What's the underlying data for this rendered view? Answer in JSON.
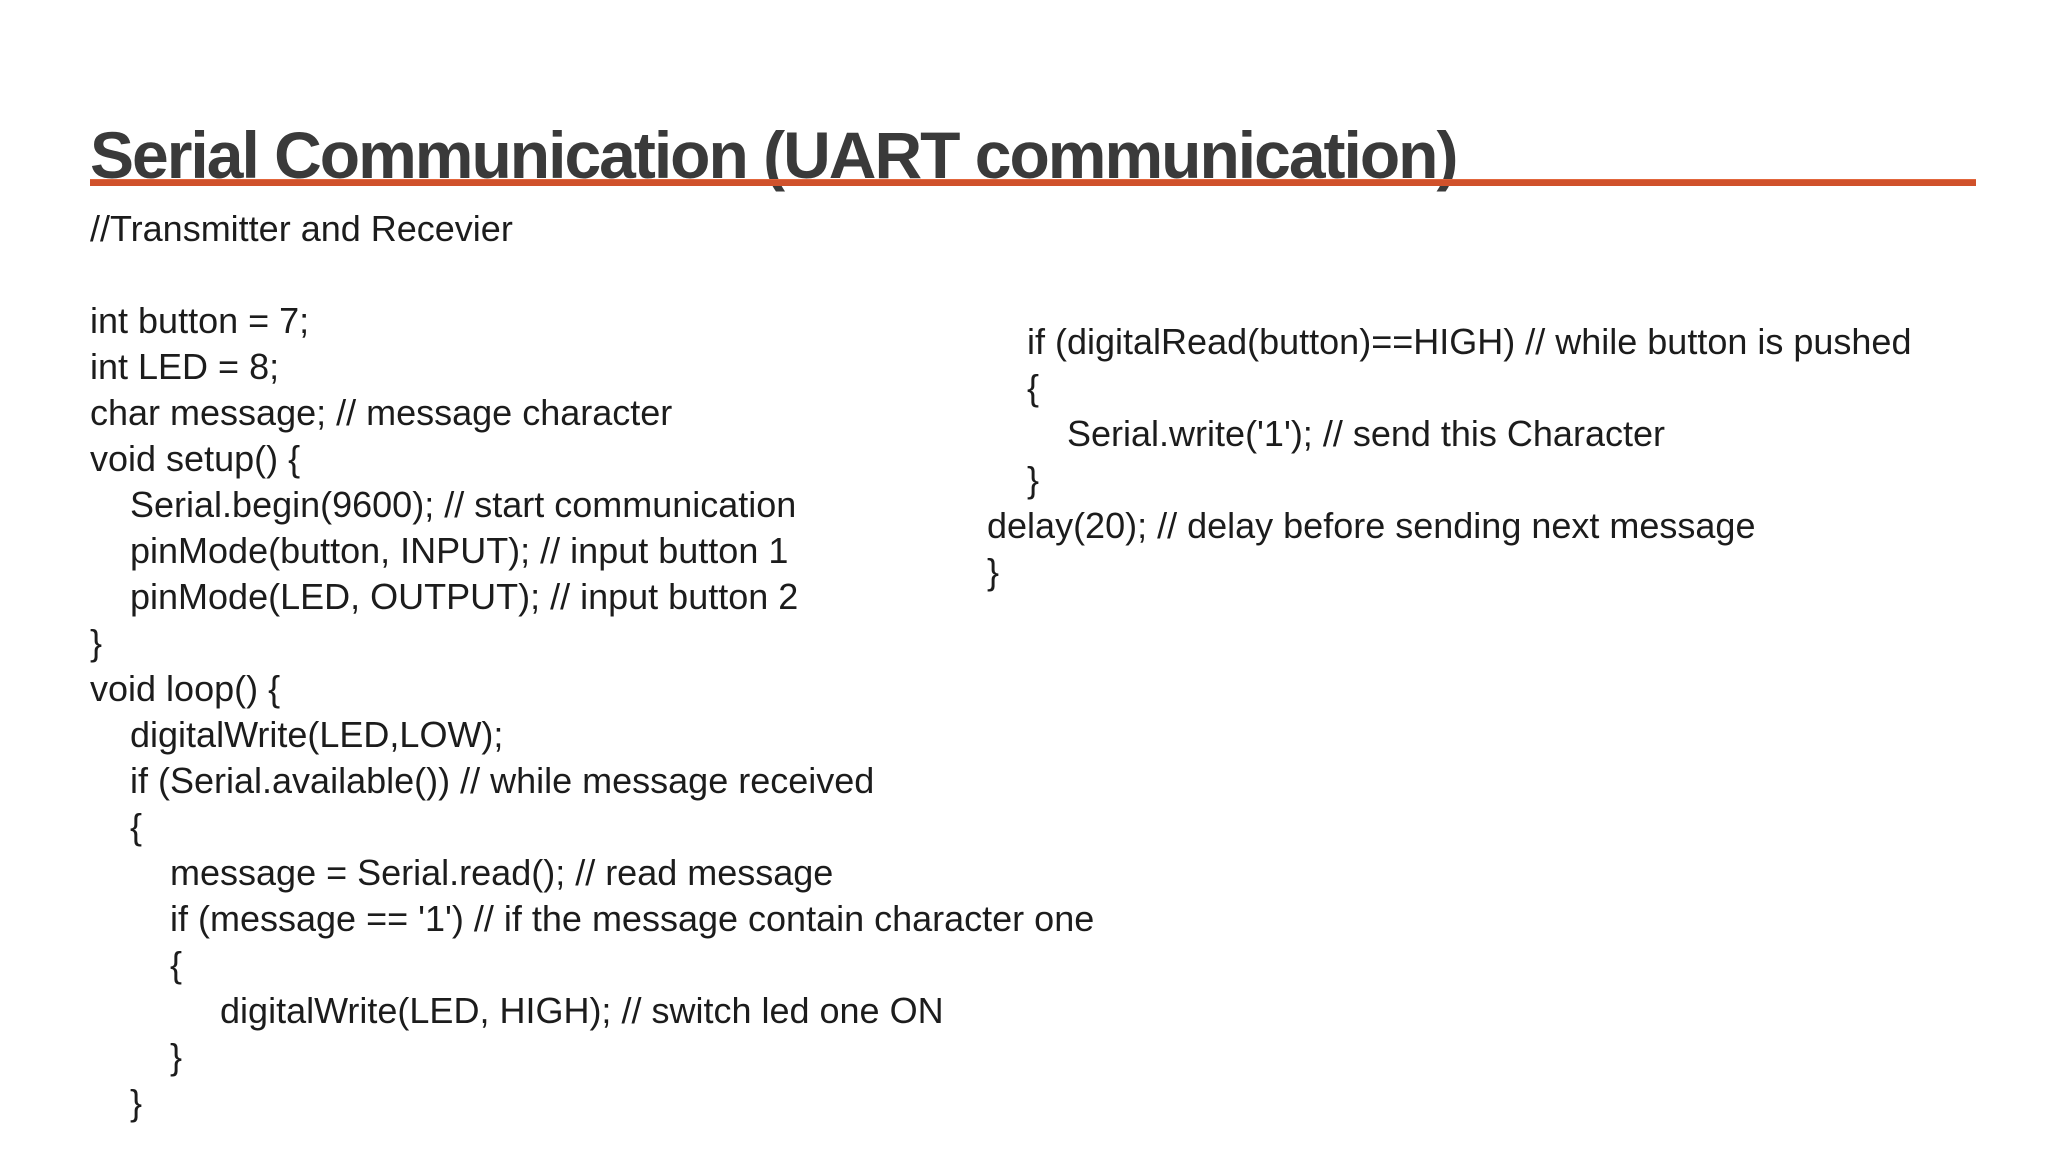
{
  "slide": {
    "title": "Serial Communication (UART communication)",
    "background_color": "#ffffff",
    "title_color": "#3a3a3a",
    "divider_color": "#d0512b",
    "code_text_color": "#1c1c1c"
  },
  "code_left": {
    "lines": [
      "//Transmitter and Recevier",
      "",
      "int button = 7;",
      "int LED = 8;",
      "char message; // message character",
      "void setup() {",
      "    Serial.begin(9600); // start communication",
      "    pinMode(button, INPUT); // input button 1",
      "    pinMode(LED, OUTPUT); // input button 2",
      "}",
      "void loop() {",
      "    digitalWrite(LED,LOW);",
      "    if (Serial.available()) // while message received",
      "    {",
      "        message = Serial.read(); // read message",
      "        if (message == '1') // if the message contain character one",
      "        {",
      "             digitalWrite(LED, HIGH); // switch led one ON",
      "        }",
      "    }"
    ]
  },
  "code_right": {
    "lines": [
      "    if (digitalRead(button)==HIGH) // while button is pushed",
      "    {",
      "        Serial.write('1'); // send this Character",
      "    }",
      "delay(20); // delay before sending next message",
      "}"
    ]
  }
}
